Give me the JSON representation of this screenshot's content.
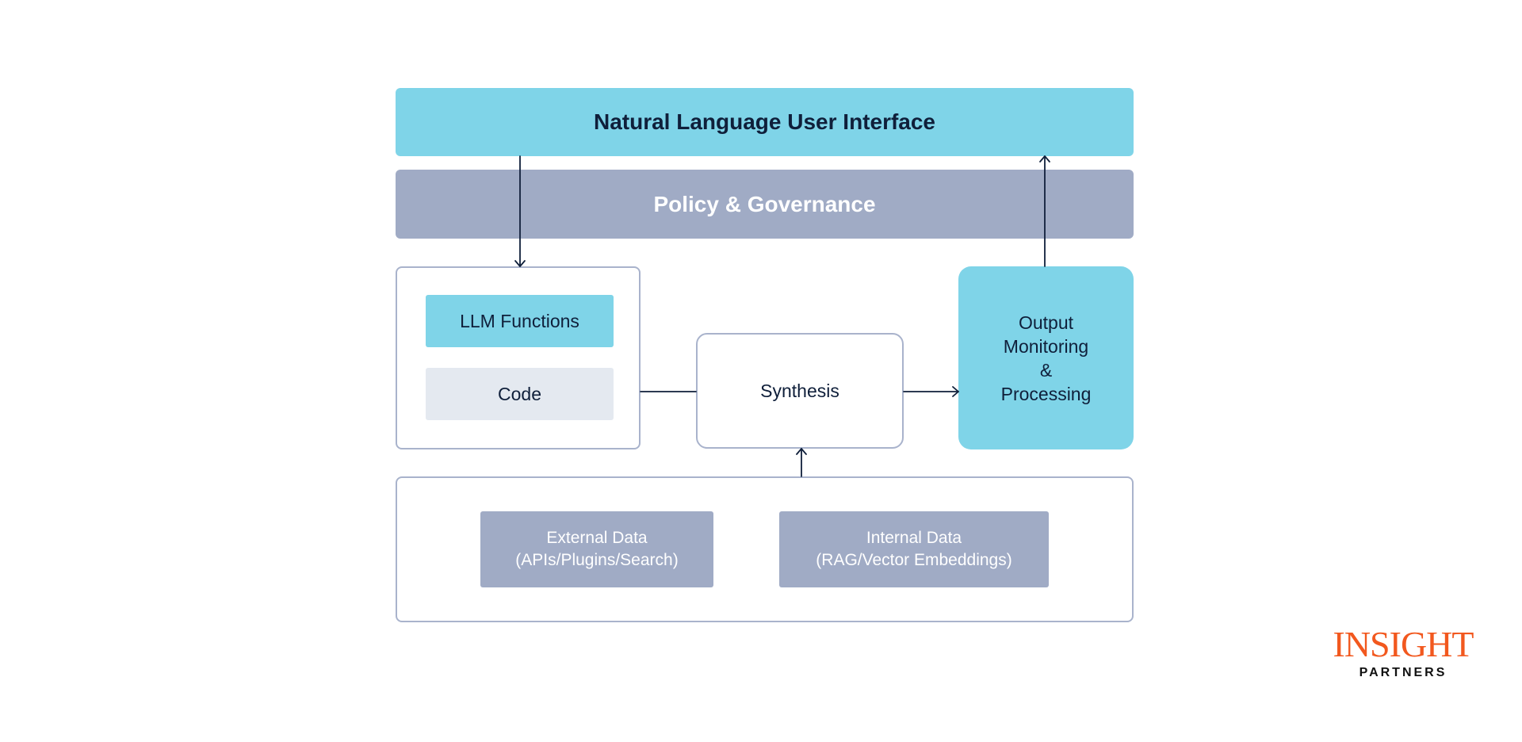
{
  "diagram": {
    "nl_ui": "Natural Language User Interface",
    "policy": "Policy & Governance",
    "llm_functions": "LLM Functions",
    "code": "Code",
    "synthesis": "Synthesis",
    "output": {
      "line1": "Output",
      "line2": "Monitoring",
      "line3": "&",
      "line4": "Processing"
    },
    "external_data": {
      "line1": "External Data",
      "line2": "(APIs/Plugins/Search)"
    },
    "internal_data": {
      "line1": "Internal Data",
      "line2": "(RAG/Vector Embeddings)"
    }
  },
  "logo": {
    "word": "INSIGHT",
    "sub": "PARTNERS"
  },
  "colors": {
    "cyan": "#7fd4e8",
    "slate": "#a0abc5",
    "light_gray": "#e4e9f0",
    "border": "#a9b3cc",
    "text_dark": "#0f1f3a",
    "brand_orange": "#f2581e"
  }
}
